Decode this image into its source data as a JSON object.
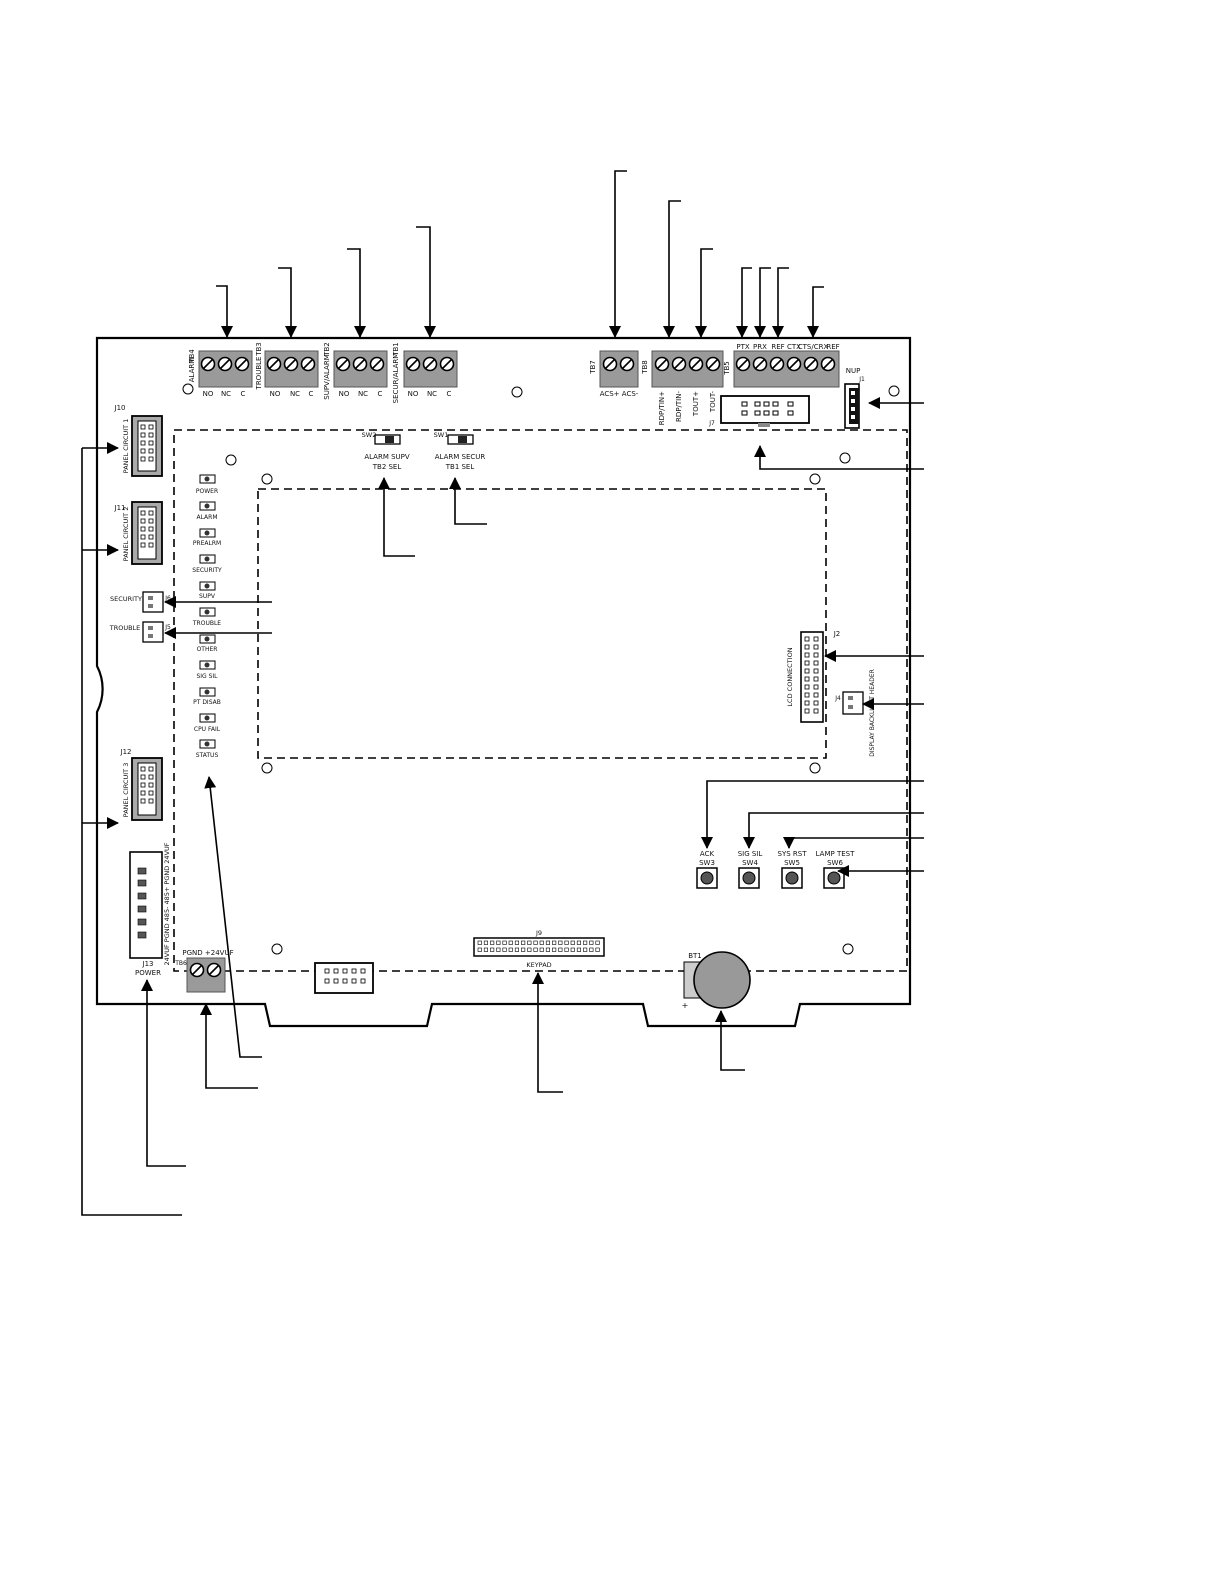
{
  "terminal_blocks": {
    "tb4": {
      "name": "TB4",
      "side": "ALARM",
      "terms": [
        "NO",
        "NC",
        "C"
      ]
    },
    "tb3": {
      "name": "TB3",
      "side": "TROUBLE",
      "terms": [
        "NO",
        "NC",
        "C"
      ]
    },
    "tb2": {
      "name": "TB2",
      "side": "SUPV/ALARM",
      "terms": [
        "NO",
        "NC",
        "C"
      ]
    },
    "tb1": {
      "name": "TB1",
      "side": "SECUR/ALARM",
      "terms": [
        "NO",
        "NC",
        "C"
      ]
    },
    "tb7": {
      "name": "TB7",
      "terms": "ACS+ ACS-"
    },
    "tb8": {
      "name": "TB8",
      "terms": [
        "RDP/TIN+",
        "RDP/TIN-",
        "TOUT+",
        "TOUT-"
      ]
    },
    "tb5": {
      "name": "TB5",
      "terms": [
        "PTX",
        "PRX",
        "REF",
        "CTX",
        "CTS/CRX",
        "REF"
      ]
    },
    "tb6": {
      "name": "TB6",
      "terms": "PGND +24VUF"
    }
  },
  "connectors": {
    "j1": {
      "name": "J1",
      "label": "NUP"
    },
    "j7": "J7",
    "j10": {
      "name": "J10",
      "label": "PANEL CIRCUIT 1"
    },
    "j11": {
      "name": "J11",
      "label": "PANEL CIRCUIT 2"
    },
    "j12": {
      "name": "J12",
      "label": "PANEL CIRCUIT 3"
    },
    "j13": {
      "name": "J13",
      "label": "POWER",
      "pins": "24VUF PGND 485- 485+ PGND 24VUF"
    },
    "j6": {
      "name": "J6",
      "label": "SECURITY"
    },
    "j5": {
      "name": "J5",
      "label": "TROUBLE"
    },
    "j2": {
      "name": "J2",
      "label": "LCD CONNECTION"
    },
    "j4": {
      "name": "J4",
      "label": "DISPLAY BACKLIGHT HEADER"
    },
    "j9": {
      "name": "J9",
      "label": "KEYPAD"
    }
  },
  "switches": {
    "sw2": {
      "name": "SW2",
      "line1": "ALARM SUPV",
      "line2": "TB2 SEL"
    },
    "sw1": {
      "name": "SW1",
      "line1": "ALARM SECUR",
      "line2": "TB1 SEL"
    }
  },
  "leds": [
    "POWER",
    "ALARM",
    "PREALRM",
    "SECURITY",
    "SUPV",
    "TROUBLE",
    "OTHER",
    "SIG SIL",
    "PT DISAB",
    "CPU FAIL",
    "STATUS"
  ],
  "buttons": {
    "sw3": {
      "name": "SW3",
      "label": "ACK"
    },
    "sw4": {
      "name": "SW4",
      "label": "SIG SIL"
    },
    "sw5": {
      "name": "SW5",
      "label": "SYS RST"
    },
    "sw6": {
      "name": "SW6",
      "label": "LAMP TEST"
    }
  },
  "battery": {
    "name": "BT1",
    "polarity": "+"
  }
}
